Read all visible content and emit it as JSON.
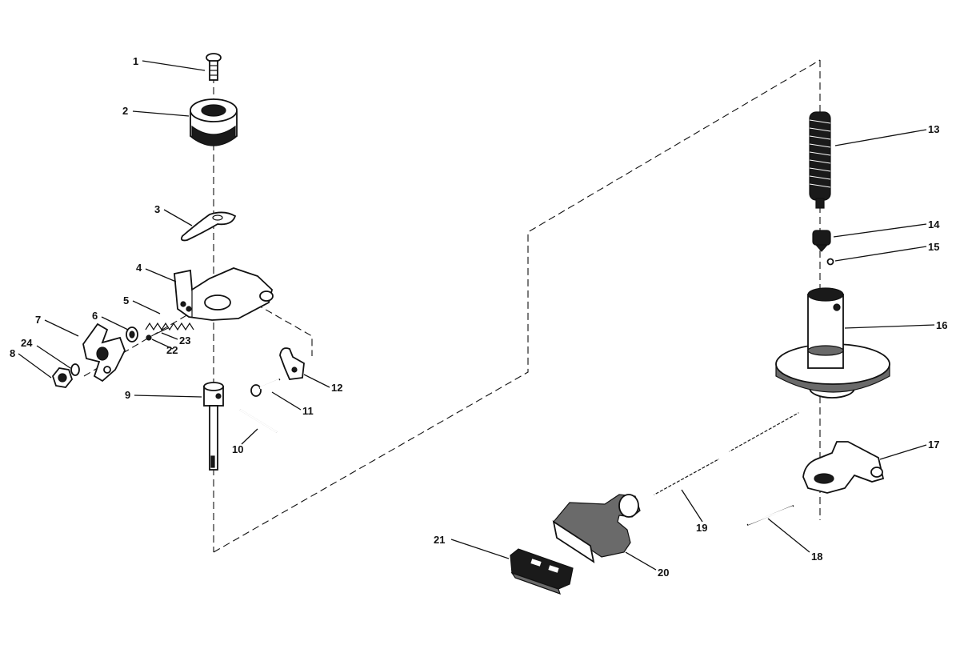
{
  "diagram": {
    "callouts": [
      "1",
      "2",
      "3",
      "4",
      "5",
      "6",
      "7",
      "8",
      "9",
      "10",
      "11",
      "12",
      "13",
      "14",
      "15",
      "16",
      "17",
      "18",
      "19",
      "20",
      "21",
      "22",
      "23",
      "24"
    ],
    "parts": [
      "screw",
      "knob",
      "spring-clip",
      "bracket",
      "spring",
      "washer",
      "plate",
      "nut",
      "shaft",
      "pin",
      "screw",
      "clamp",
      "threaded-spindle",
      "nut",
      "ball",
      "pulley",
      "arm",
      "pin",
      "roll-pin",
      "handle",
      "insert",
      "pin",
      "pin",
      "washer"
    ],
    "colors": {
      "ink": "#111111",
      "paper": "#ffffff",
      "shade": "#6a6a6a"
    }
  }
}
